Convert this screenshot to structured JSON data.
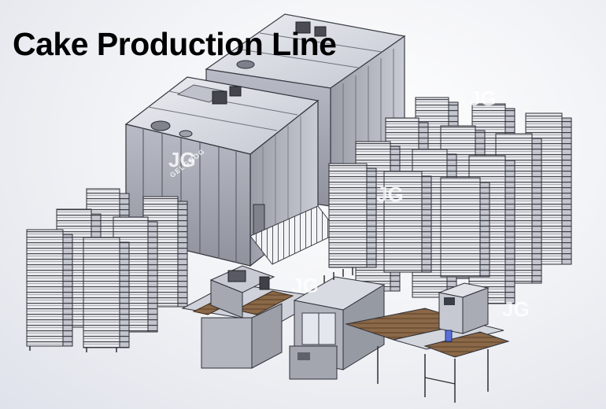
{
  "title": "Cake Production Line",
  "watermark": {
    "mark": "JG",
    "text": "GELGOOG"
  },
  "colors": {
    "metal_light": "#d6d8e0",
    "metal_mid": "#a9acb6",
    "metal_dark": "#5f626b",
    "edge": "#2e3038",
    "tray": "#7a5a3c",
    "accent_blue": "#5a6fd8"
  }
}
